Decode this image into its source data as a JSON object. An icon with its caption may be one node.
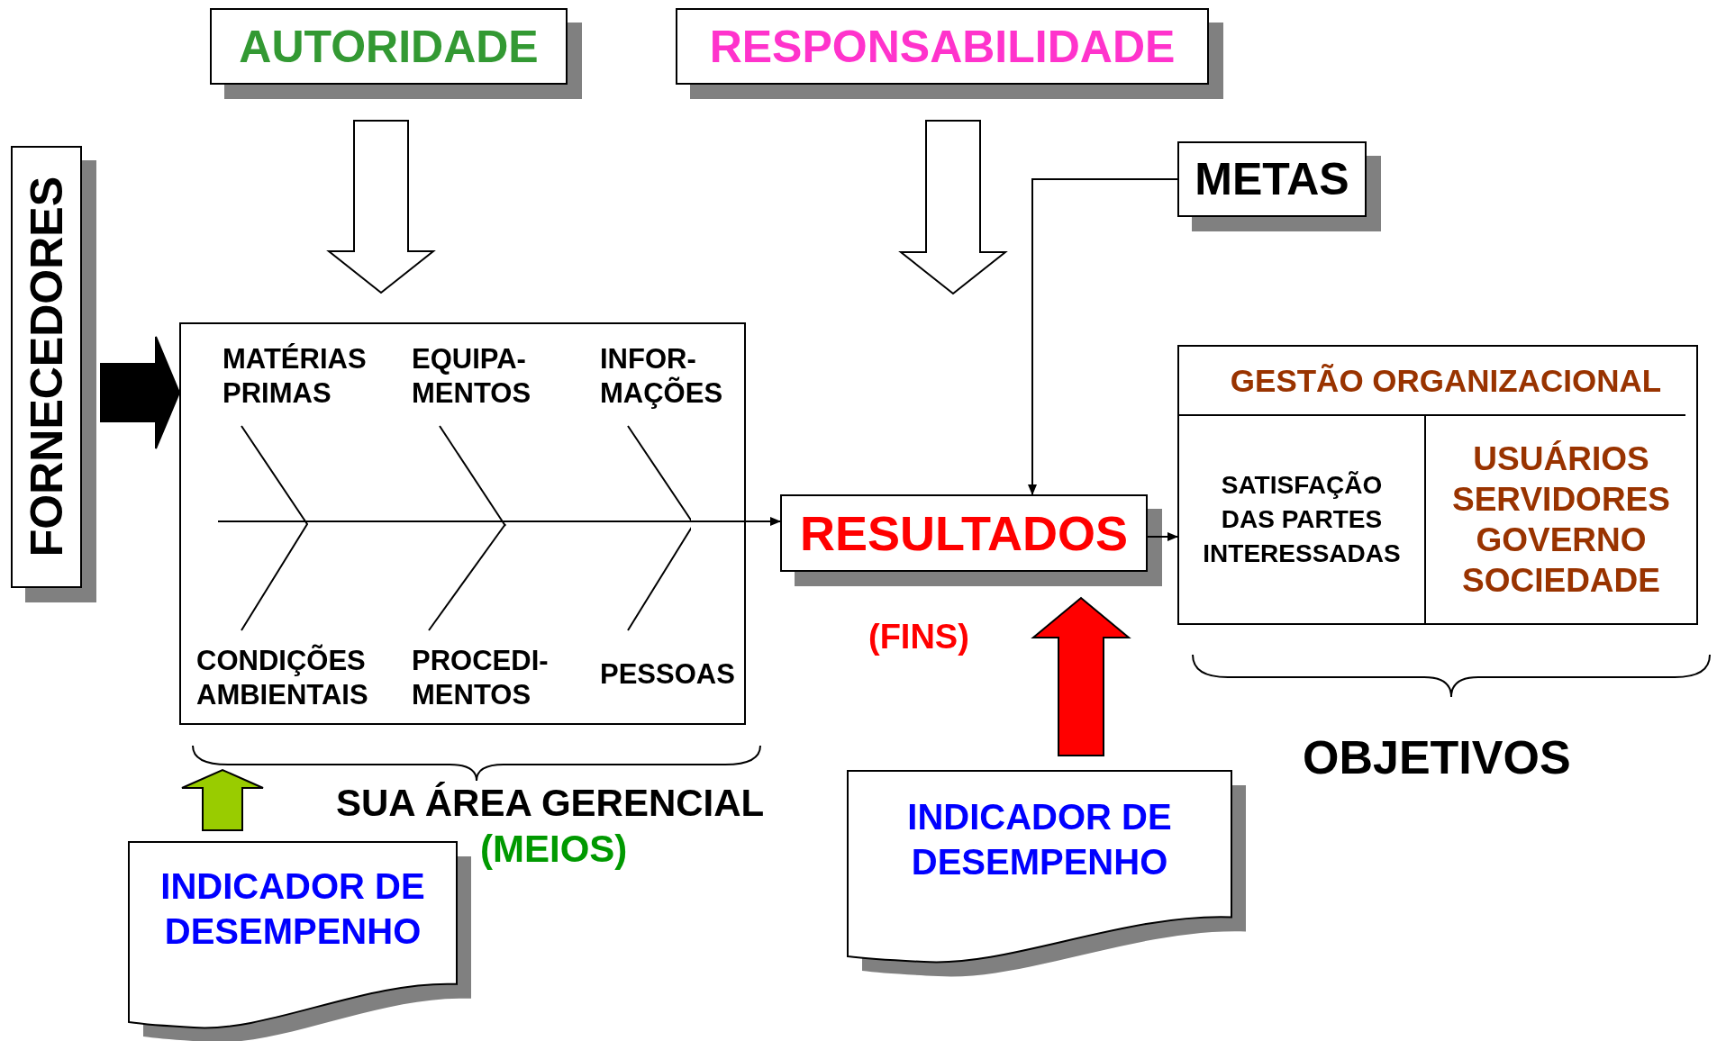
{
  "diagram": {
    "nodes": [
      {
        "text": [
          "AUTORIDADE"
        ]
      },
      {
        "text": [
          "RESPONSABILIDADE"
        ]
      },
      {
        "text": [
          "FORNECEDORES"
        ]
      },
      {
        "text": [
          "METAS"
        ]
      },
      {
        "text": [
          "MATÉRIAS PRIMAS",
          "EQUIPA- MENTOS",
          "INFOR- MAÇÕES",
          "CONDIÇÕES AMBIENTAIS",
          "PROCEDI- MENTOS",
          "PESSOAS"
        ],
        "beside": [
          "SUA ÁREA GERENCIAL",
          "(MEIOS)"
        ]
      },
      {
        "text": [
          "RESULTADOS"
        ],
        "beside": [
          "(FINS)"
        ]
      },
      {
        "text": [
          "GESTÃO ORGANIZACIONAL",
          "SATISFAÇÃO DAS PARTES INTERESSADAS",
          "USUÁRIOS SERVIDORES GOVERNO SOCIEDADE"
        ]
      },
      {
        "text": [
          "INDICADOR DE DESEMPENHO"
        ]
      },
      {
        "text": [
          "INDICADOR DE DESEMPENHO"
        ]
      }
    ],
    "edges": [
      {
        "from": 0,
        "to": 4,
        "arrow": "to",
        "style": "thick"
      },
      {
        "from": 1,
        "to": null,
        "arrow": "to",
        "style": "thick"
      },
      {
        "from": 2,
        "to": 4,
        "arrow": "to",
        "style": "thick",
        "color": "#000000"
      },
      {
        "from": 4,
        "to": 5,
        "arrow": "to"
      },
      {
        "from": 3,
        "to": 5,
        "arrow": "to"
      },
      {
        "from": 5,
        "to": 6,
        "arrow": "to"
      },
      {
        "from": 7,
        "to": null,
        "arrow": "to",
        "style": "thick",
        "color": "#99cc00"
      },
      {
        "from": 8,
        "to": 5,
        "arrow": "to",
        "style": "thick",
        "color": "#ff0000"
      }
    ],
    "labels": [
      "OBJETIVOS"
    ]
  }
}
